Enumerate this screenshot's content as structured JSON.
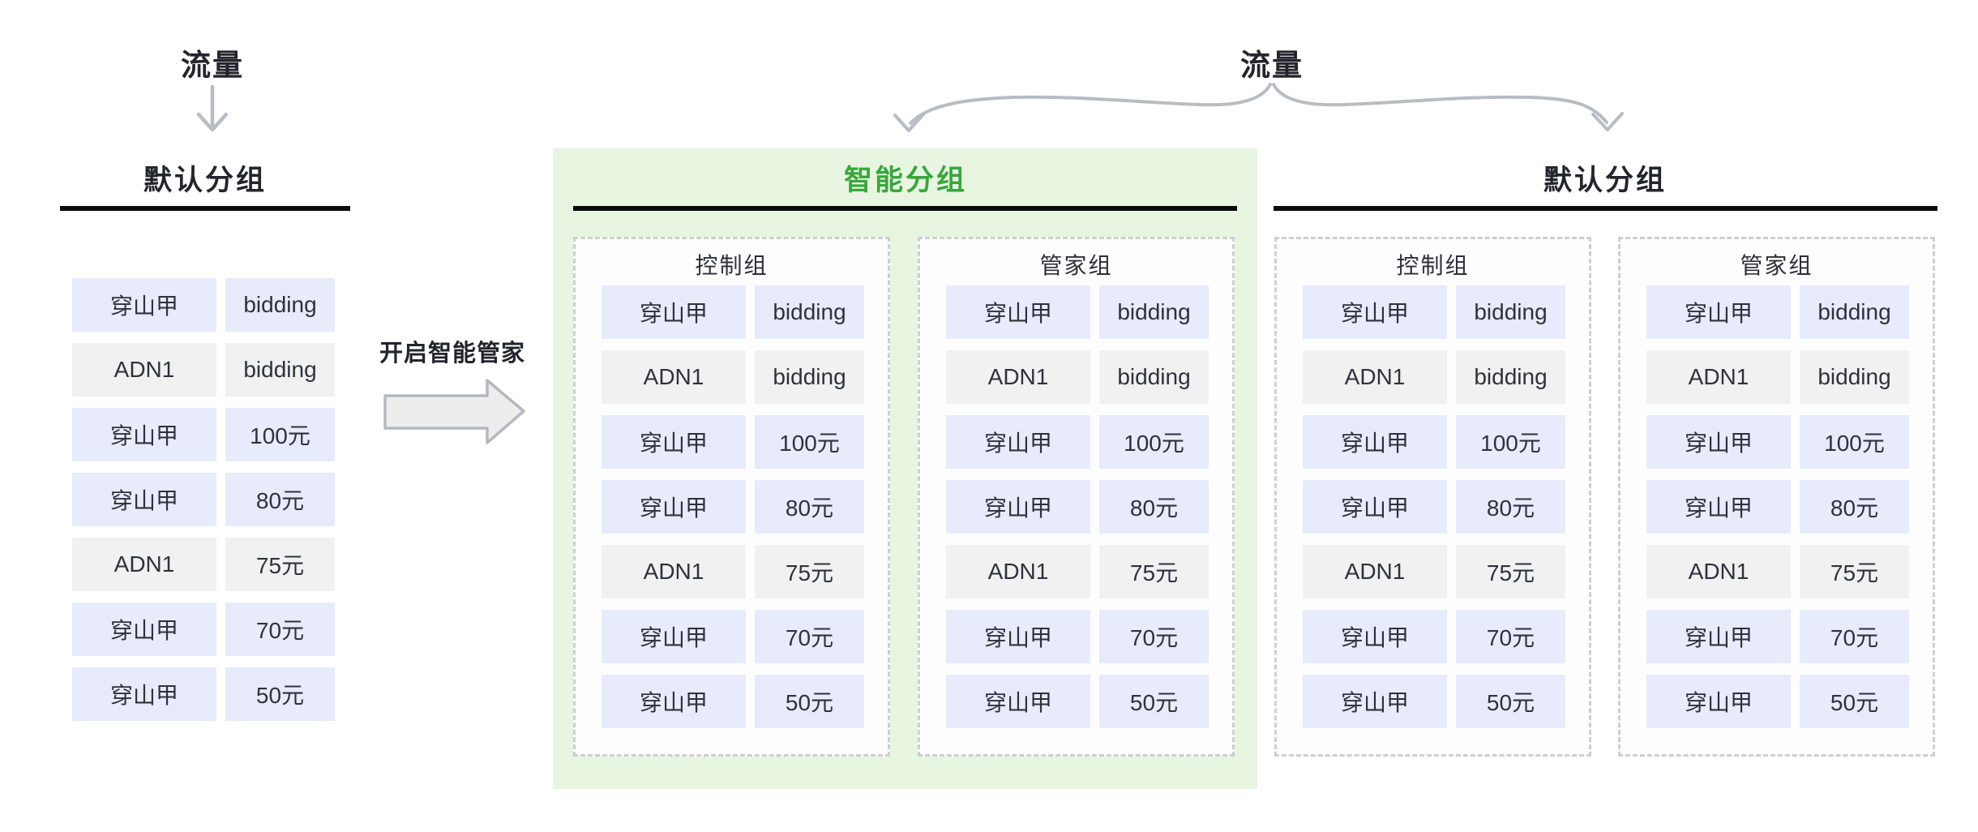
{
  "colors": {
    "background": "#ffffff",
    "smart_group_background": "#e7f5e1",
    "smart_group_title": "#3aa53d",
    "heading_text": "#22252c",
    "cell_text": "#2e323b",
    "cell_blue": "#e7ebfb",
    "cell_gray": "#f1f1f2",
    "rule_black": "#0a0a0b",
    "dashed_border": "#cfcfcf",
    "arrow_gray": "#b8bcc3",
    "block_arrow_fill": "#ededee",
    "block_arrow_stroke": "#b4b8bf"
  },
  "left_flow": {
    "label": "流量"
  },
  "top_flow": {
    "label": "流量"
  },
  "transition": {
    "caption": "开启智能管家"
  },
  "sections": {
    "left": {
      "title": "默认分组",
      "rows": [
        {
          "name": "穿山甲",
          "value": "bidding",
          "variant": "blue"
        },
        {
          "name": "ADN1",
          "value": "bidding",
          "variant": "gray"
        },
        {
          "name": "穿山甲",
          "value": "100元",
          "variant": "blue"
        },
        {
          "name": "穿山甲",
          "value": "80元",
          "variant": "blue"
        },
        {
          "name": "ADN1",
          "value": "75元",
          "variant": "gray"
        },
        {
          "name": "穿山甲",
          "value": "70元",
          "variant": "blue"
        },
        {
          "name": "穿山甲",
          "value": "50元",
          "variant": "blue"
        }
      ]
    },
    "smart": {
      "title": "智能分组",
      "groups": [
        {
          "title": "控制组",
          "rows": [
            {
              "name": "穿山甲",
              "value": "bidding",
              "variant": "blue"
            },
            {
              "name": "ADN1",
              "value": "bidding",
              "variant": "gray"
            },
            {
              "name": "穿山甲",
              "value": "100元",
              "variant": "blue"
            },
            {
              "name": "穿山甲",
              "value": "80元",
              "variant": "blue"
            },
            {
              "name": "ADN1",
              "value": "75元",
              "variant": "gray"
            },
            {
              "name": "穿山甲",
              "value": "70元",
              "variant": "blue"
            },
            {
              "name": "穿山甲",
              "value": "50元",
              "variant": "blue"
            }
          ]
        },
        {
          "title": "管家组",
          "rows": [
            {
              "name": "穿山甲",
              "value": "bidding",
              "variant": "blue"
            },
            {
              "name": "ADN1",
              "value": "bidding",
              "variant": "gray"
            },
            {
              "name": "穿山甲",
              "value": "100元",
              "variant": "blue"
            },
            {
              "name": "穿山甲",
              "value": "80元",
              "variant": "blue"
            },
            {
              "name": "ADN1",
              "value": "75元",
              "variant": "gray"
            },
            {
              "name": "穿山甲",
              "value": "70元",
              "variant": "blue"
            },
            {
              "name": "穿山甲",
              "value": "50元",
              "variant": "blue"
            }
          ]
        }
      ]
    },
    "right": {
      "title": "默认分组",
      "groups": [
        {
          "title": "控制组",
          "rows": [
            {
              "name": "穿山甲",
              "value": "bidding",
              "variant": "blue"
            },
            {
              "name": "ADN1",
              "value": "bidding",
              "variant": "gray"
            },
            {
              "name": "穿山甲",
              "value": "100元",
              "variant": "blue"
            },
            {
              "name": "穿山甲",
              "value": "80元",
              "variant": "blue"
            },
            {
              "name": "ADN1",
              "value": "75元",
              "variant": "gray"
            },
            {
              "name": "穿山甲",
              "value": "70元",
              "variant": "blue"
            },
            {
              "name": "穿山甲",
              "value": "50元",
              "variant": "blue"
            }
          ]
        },
        {
          "title": "管家组",
          "rows": [
            {
              "name": "穿山甲",
              "value": "bidding",
              "variant": "blue"
            },
            {
              "name": "ADN1",
              "value": "bidding",
              "variant": "gray"
            },
            {
              "name": "穿山甲",
              "value": "100元",
              "variant": "blue"
            },
            {
              "name": "穿山甲",
              "value": "80元",
              "variant": "blue"
            },
            {
              "name": "ADN1",
              "value": "75元",
              "variant": "gray"
            },
            {
              "name": "穿山甲",
              "value": "70元",
              "variant": "blue"
            },
            {
              "name": "穿山甲",
              "value": "50元",
              "variant": "blue"
            }
          ]
        }
      ]
    }
  }
}
